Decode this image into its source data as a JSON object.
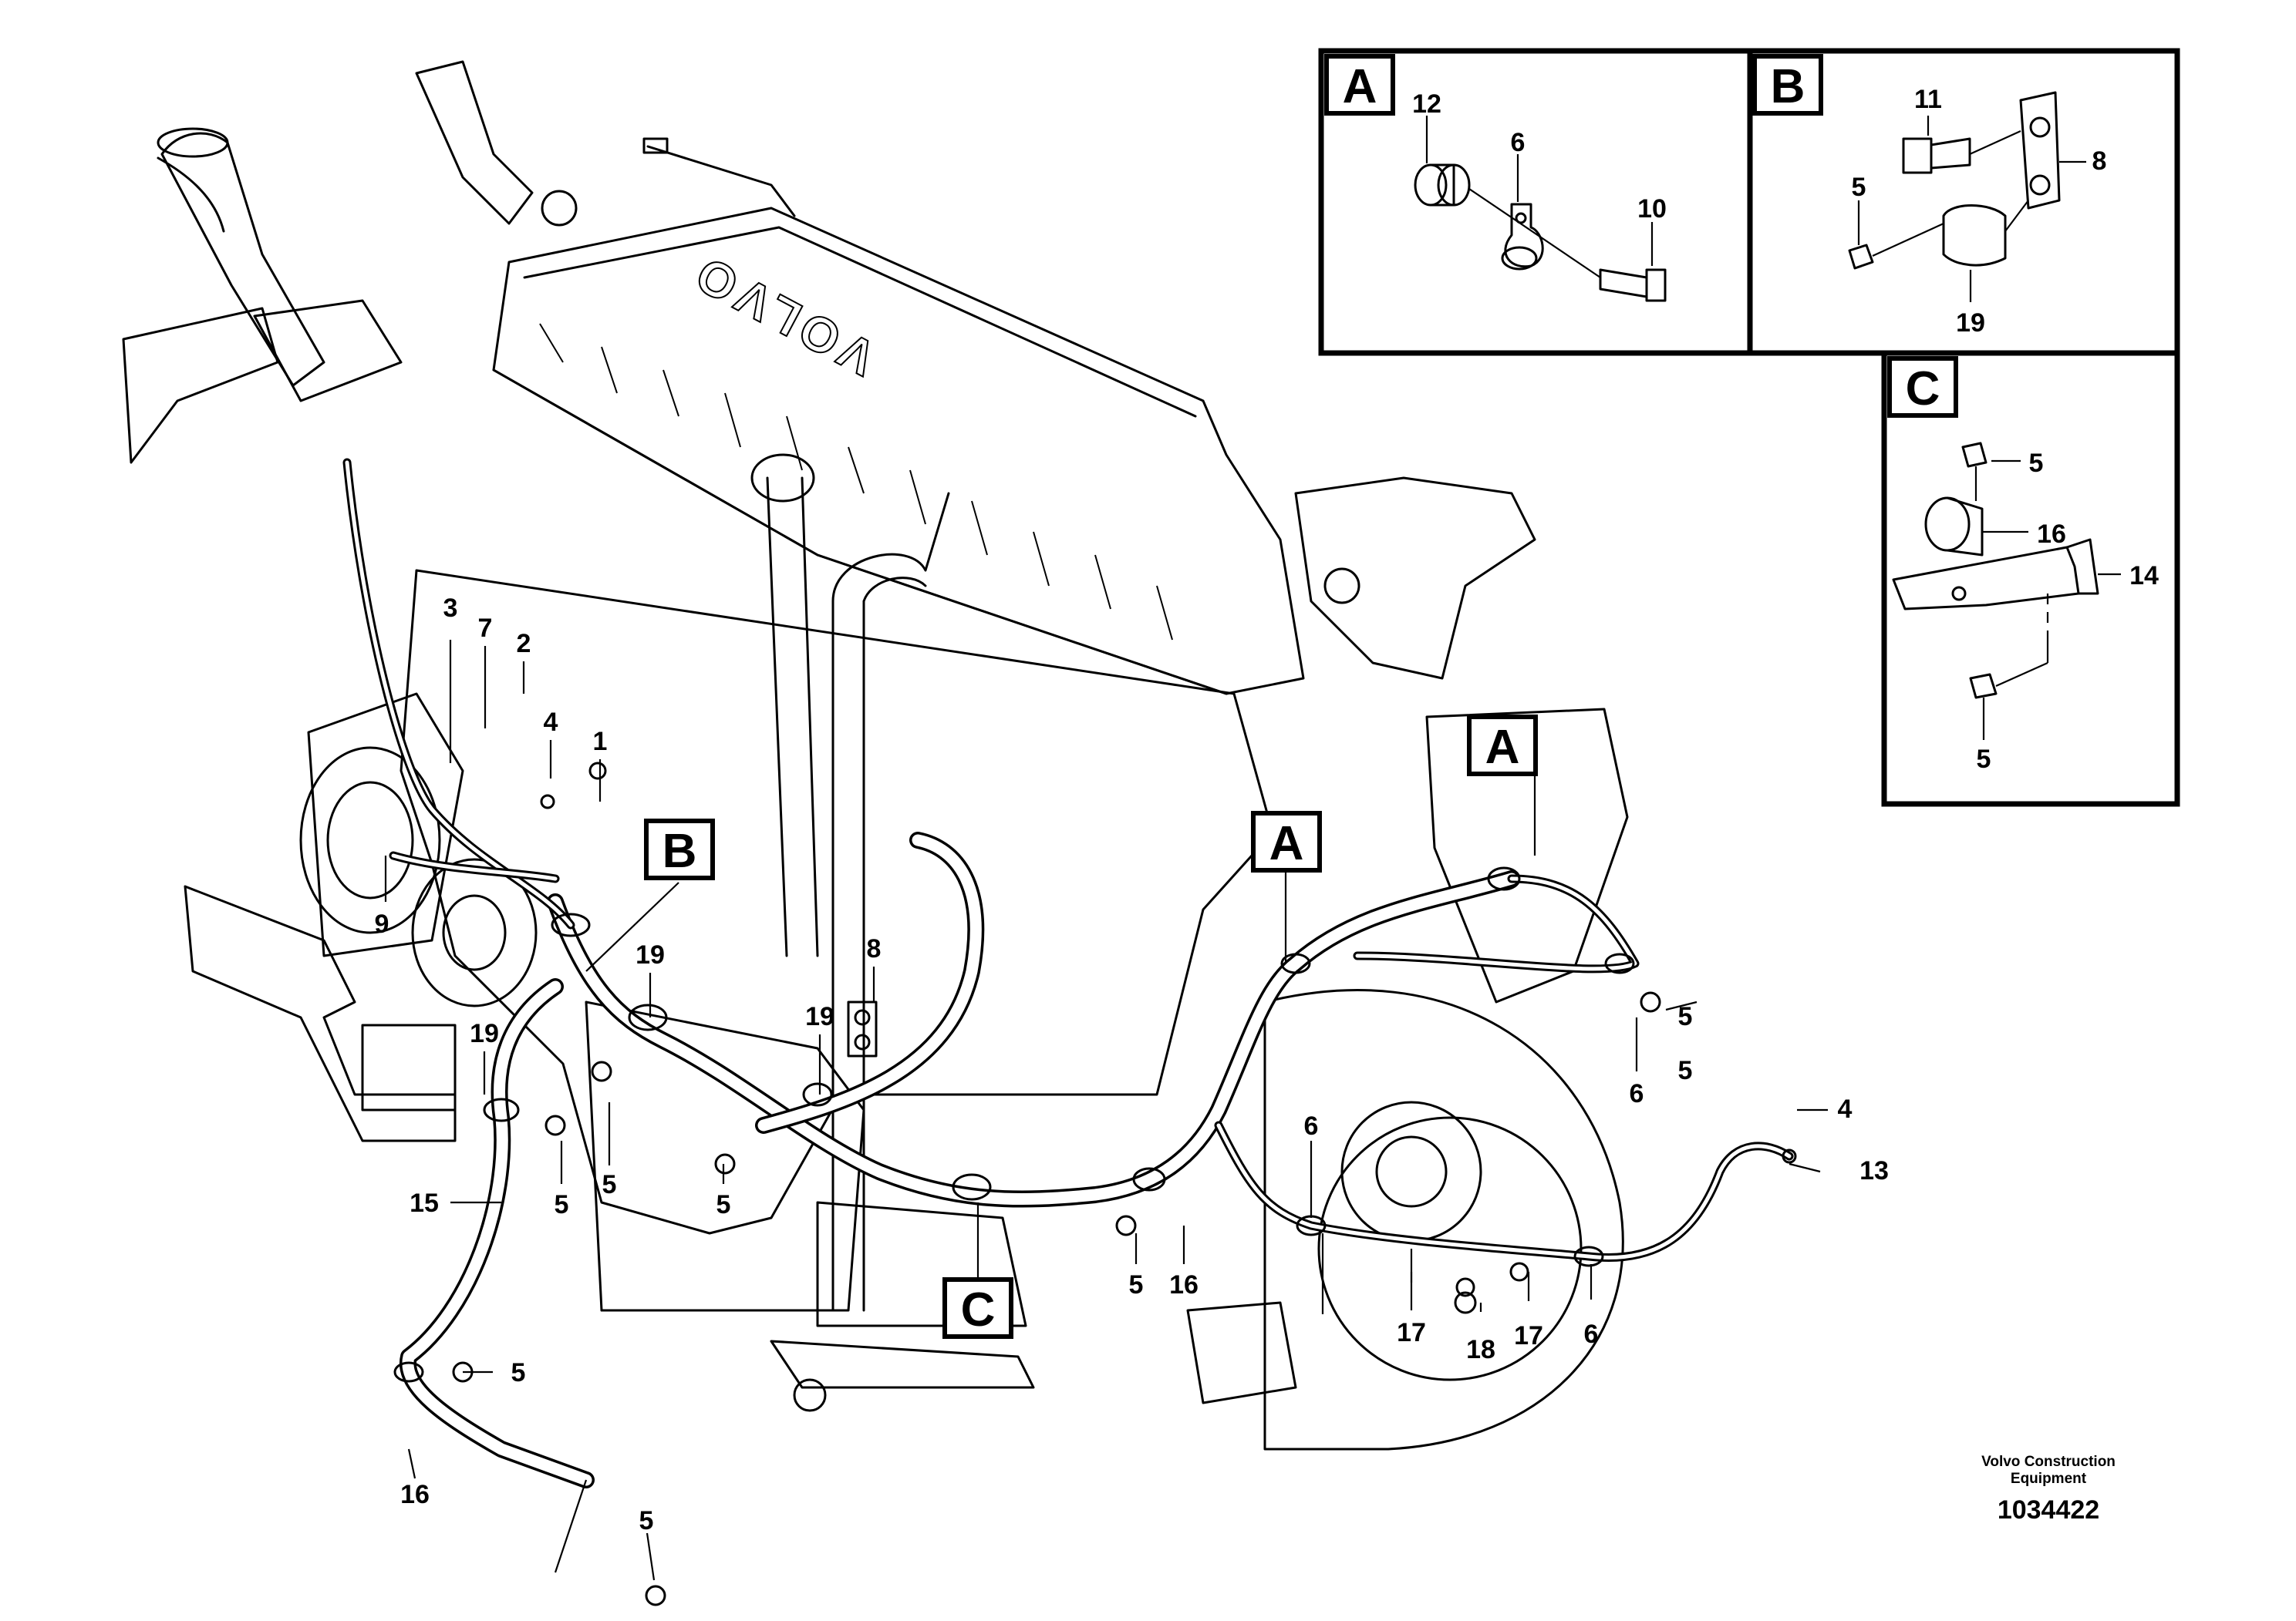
{
  "detail_views": [
    {
      "letter": "A",
      "parts": [
        "12",
        "6",
        "10"
      ]
    },
    {
      "letter": "B",
      "parts": [
        "11",
        "8",
        "5",
        "19"
      ]
    },
    {
      "letter": "C",
      "parts": [
        "5",
        "16",
        "14",
        "5"
      ]
    }
  ],
  "view_markers": [
    "A",
    "A",
    "B",
    "C"
  ],
  "callouts": [
    "3",
    "7",
    "2",
    "4",
    "1",
    "9",
    "19",
    "8",
    "19",
    "19",
    "15",
    "5",
    "5",
    "5",
    "5",
    "5",
    "16",
    "5",
    "5",
    "16",
    "6",
    "6",
    "5",
    "17",
    "18",
    "17",
    "6",
    "4",
    "13",
    "5"
  ],
  "footer": {
    "company_line1": "Volvo Construction",
    "company_line2": "Equipment",
    "drawing_number": "1034422"
  }
}
